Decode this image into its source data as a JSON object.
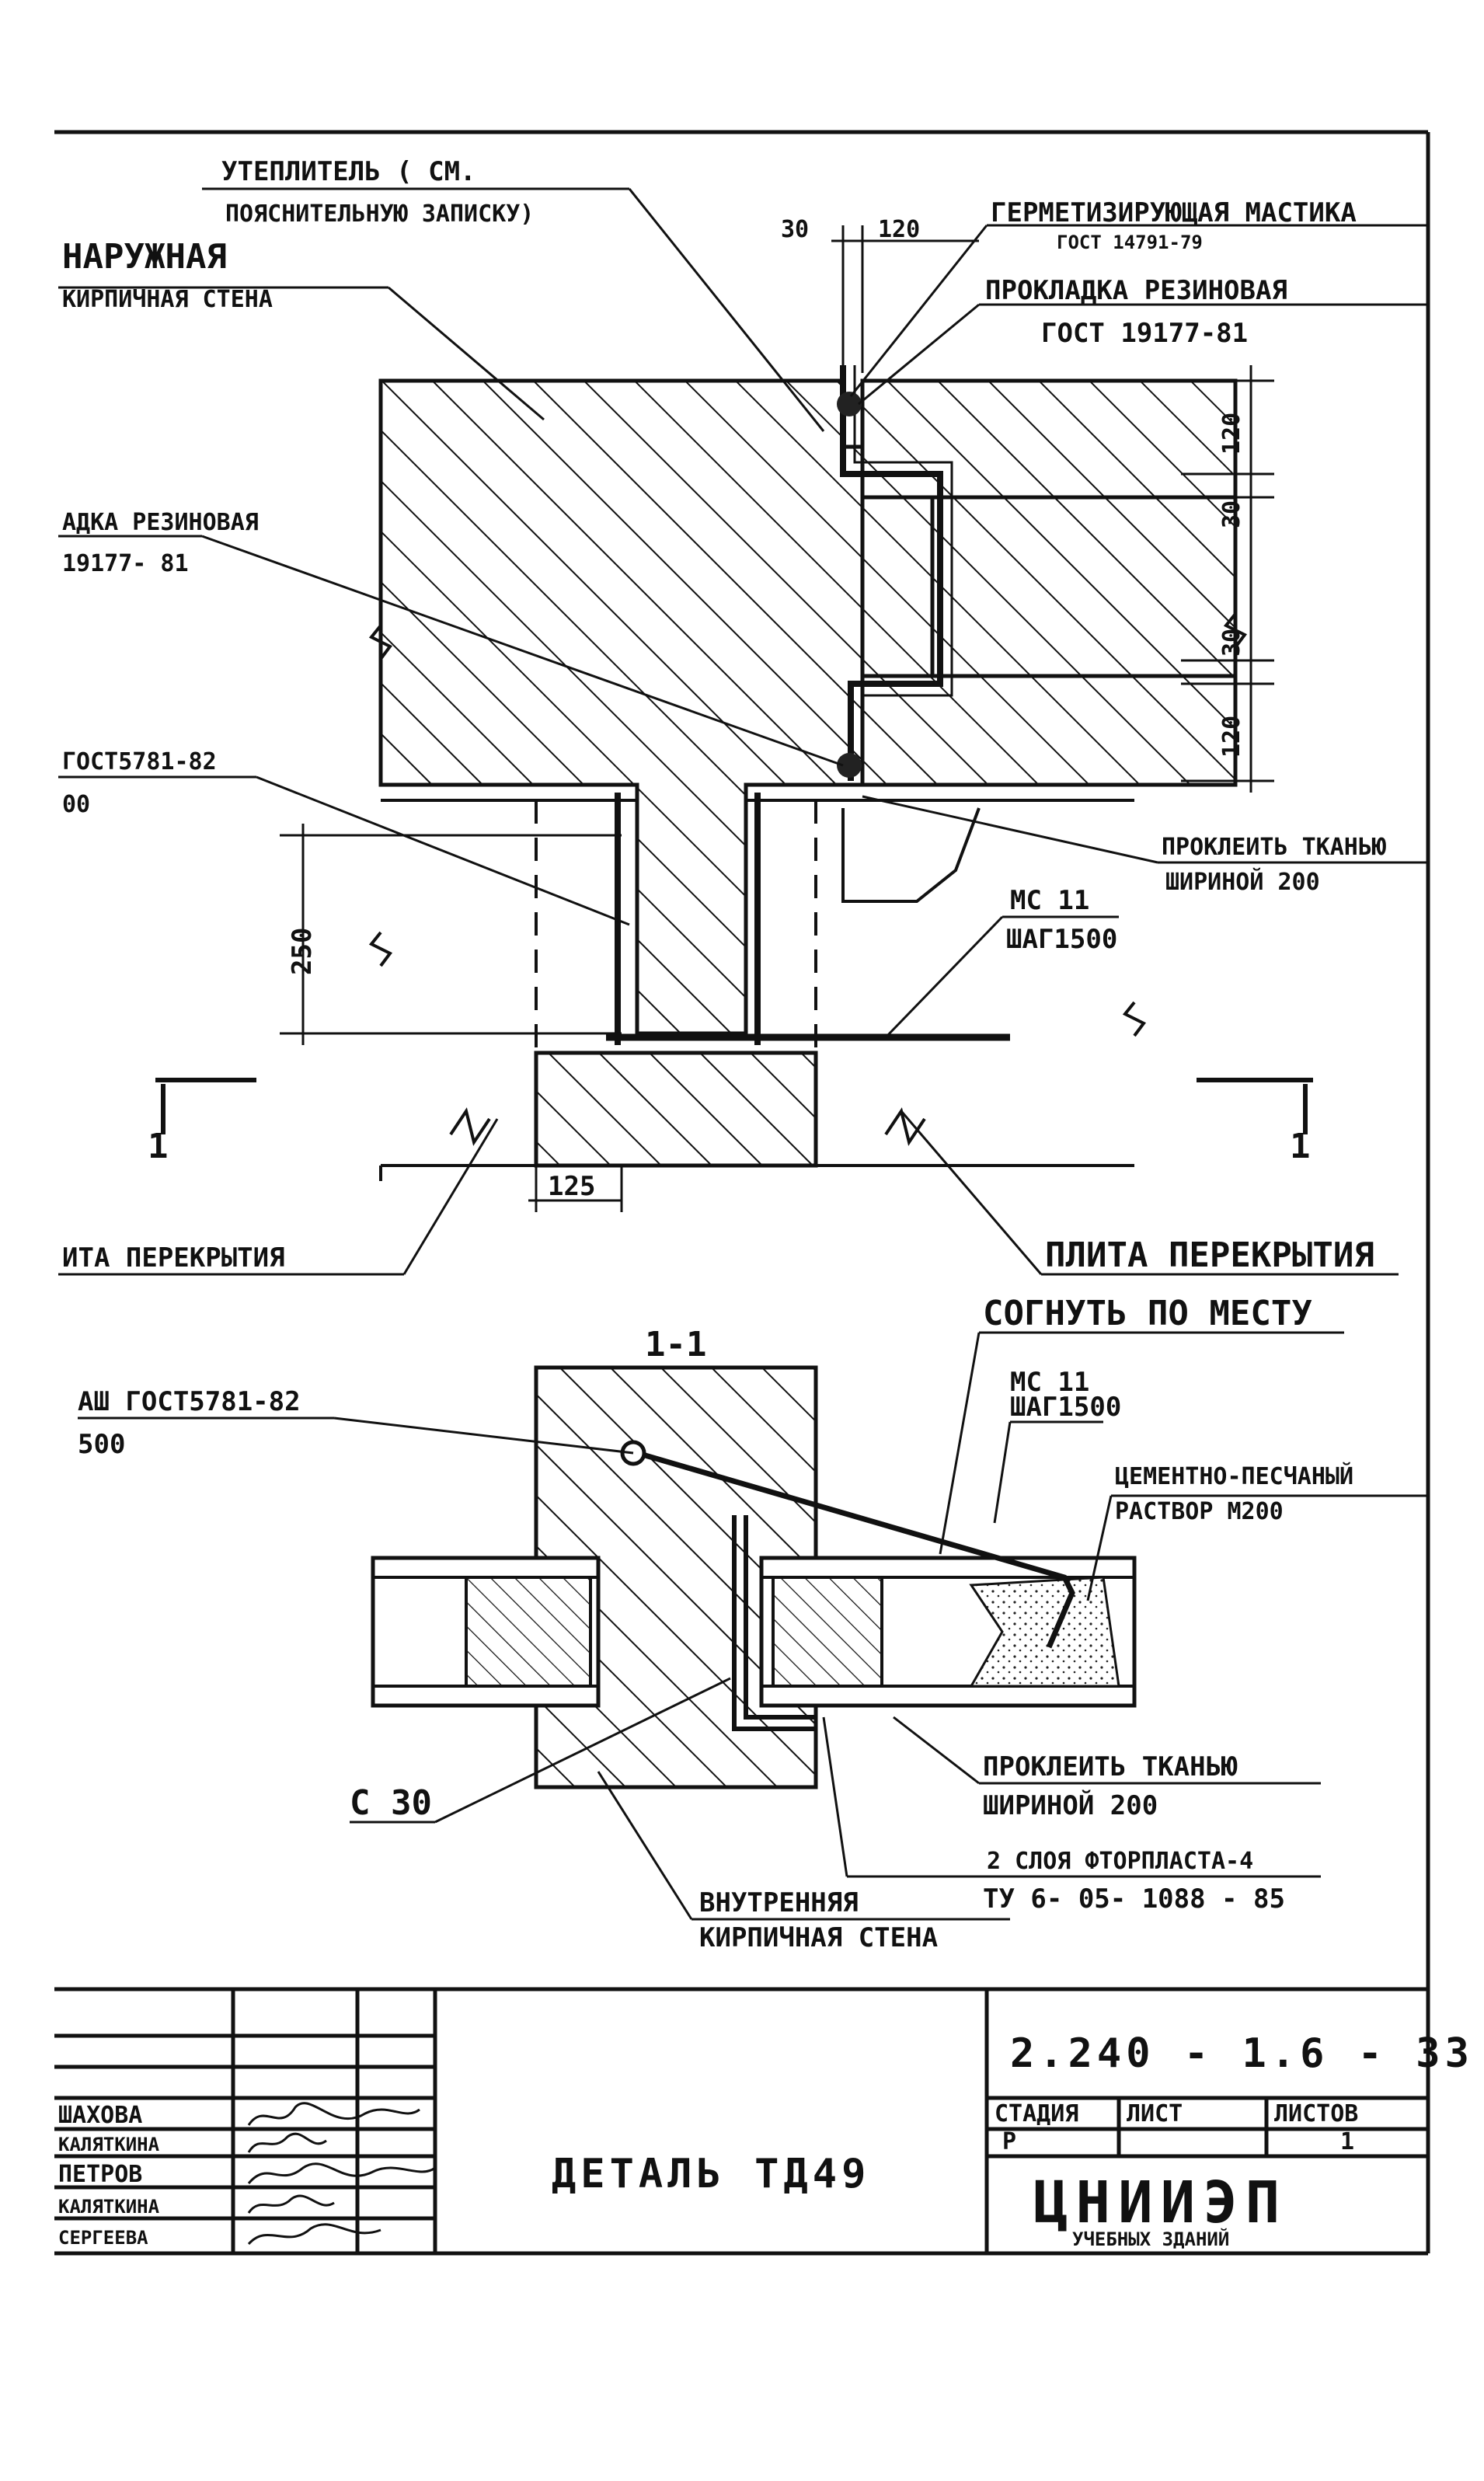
{
  "plan": {
    "insulation_line1": "УТЕПЛИТЕЛЬ ( СМ.",
    "insulation_line2": "ПОЯСНИТЕЛЬНУЮ ЗАПИСКУ)",
    "outer_wall_line1": "НАРУЖНАЯ",
    "outer_wall_line2": "КИРПИЧНАЯ СТЕНА",
    "dim_30_top": "30",
    "dim_120_top": "120",
    "sealant_line1": "ГЕРМЕТИЗИРУЮЩАЯ МАСТИКА",
    "sealant_line2": "ГОСТ 14791-79",
    "gasket_right_line1": "ПРОКЛАДКА РЕЗИНОВАЯ",
    "gasket_right_line2": "ГОСТ 19177-81",
    "gasket_left_line1": "АДКА РЕЗИНОВАЯ",
    "gasket_left_line2": "19177- 81",
    "rebar_left_line1": "ГОСТ5781-82",
    "rebar_left_line2": "00",
    "dim_120_a": "120",
    "dim_30_a": "30",
    "dim_30_b": "30",
    "dim_120_b": "120",
    "glue_line1": "ПРОКЛЕИТЬ ТКАНЬЮ",
    "glue_line2": "ШИРИНОЙ 200",
    "mc_line1": "МС 11",
    "mc_line2": "ШАГ1500",
    "dim_250": "250",
    "dim_125": "125",
    "sec_left": "1",
    "sec_right": "1",
    "slab_left": "ИТА ПЕРЕКРЫТИЯ",
    "slab_right": "ПЛИТА ПЕРЕКРЫТИЯ"
  },
  "section": {
    "title": "1-1",
    "bend_label": "СОГНУТЬ ПО МЕСТУ",
    "rebar_line1": "АШ ГОСТ5781-82",
    "rebar_line2": "500",
    "mc_line1": "МС 11",
    "mc_line2": "ШАГ1500",
    "mortar_line1": "ЦЕМЕНТНО-ПЕСЧАНЫЙ",
    "mortar_line2": "РАСТВОР М200",
    "glue_line1": "ПРОКЛЕИТЬ ТКАНЬЮ",
    "glue_line2": "ШИРИНОЙ 200",
    "c30": "С 30",
    "ftor_line1": "2 СЛОЯ ФТОРПЛАСТА-4",
    "ftor_line2": "ТУ 6- 05- 1088 - 85",
    "inner_wall_line1": "ВНУТРЕННЯЯ",
    "inner_wall_line2": "КИРПИЧНАЯ СТЕНА"
  },
  "title_block": {
    "code": "2.240 - 1.6 - 33",
    "detail_title": "ДЕТАЛЬ ТД49",
    "stage_header": "СТАДИЯ",
    "sheet_header": "ЛИСТ",
    "sheets_header": "ЛИСТОВ",
    "stage_value": "Р",
    "sheets_value": "1",
    "org_name": "ЦНИИЭП",
    "org_sub": "УЧЕБНЫХ ЗДАНИЙ",
    "people": [
      "ШАХОВА",
      "КАЛЯТКИНА",
      "ПЕТРОВ",
      "КАЛЯТКИНА",
      "СЕРГЕЕВА"
    ]
  }
}
